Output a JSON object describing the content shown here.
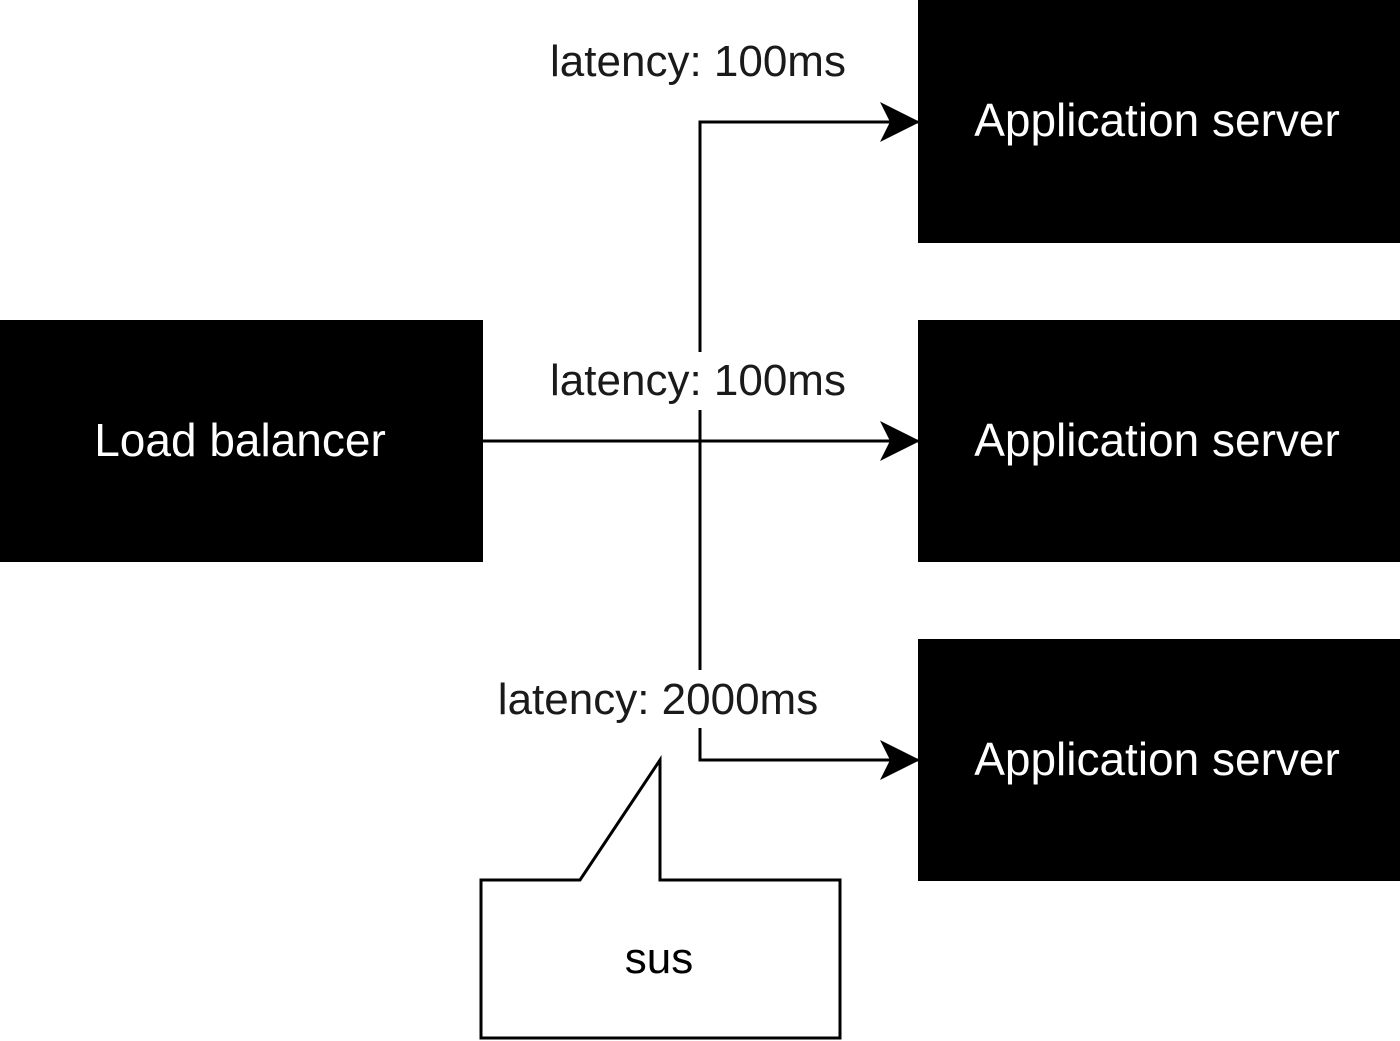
{
  "colors": {
    "node_fill": "#000000",
    "node_text": "#ffffff",
    "edge": "#000000",
    "label_text": "#1a1a1a",
    "background": "#ffffff"
  },
  "nodes": {
    "load_balancer": {
      "label": "Load balancer"
    },
    "servers": [
      {
        "label": "Application server"
      },
      {
        "label": "Application server"
      },
      {
        "label": "Application server"
      }
    ]
  },
  "edges": [
    {
      "label": "latency: 100ms"
    },
    {
      "label": "latency: 100ms"
    },
    {
      "label": "latency: 2000ms"
    }
  ],
  "callout": {
    "label": "sus"
  }
}
